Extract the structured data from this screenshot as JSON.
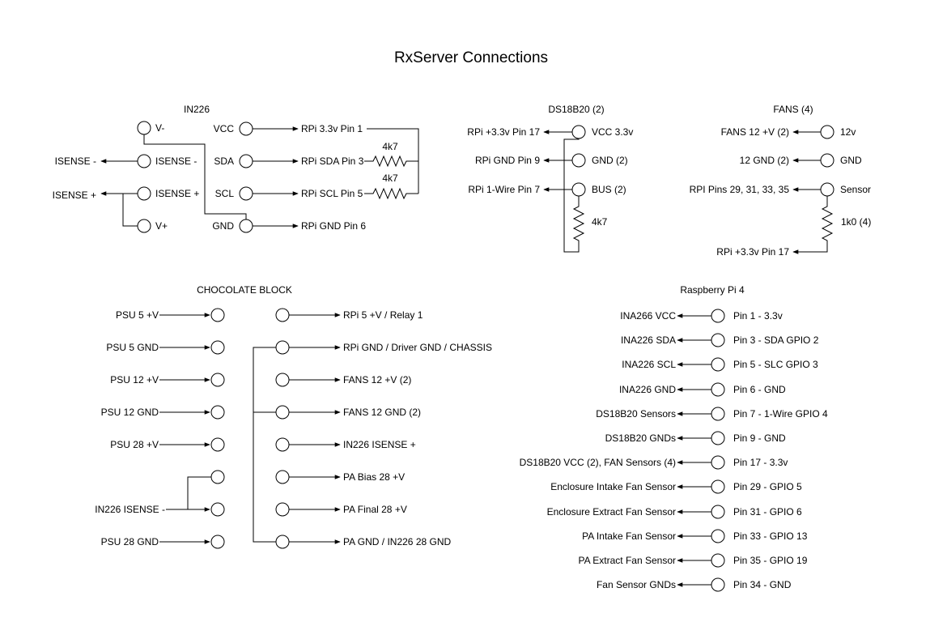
{
  "title": "RxServer Connections",
  "in226": {
    "heading": "IN226",
    "left_pins": [
      "V-",
      "ISENSE -",
      "ISENSE +",
      "V+"
    ],
    "left_nets": [
      "ISENSE -",
      "ISENSE +"
    ],
    "right_pins": [
      "VCC",
      "SDA",
      "SCL",
      "GND"
    ],
    "right_targets": [
      "RPi 3.3v Pin 1",
      "RPi SDA Pin 3",
      "RPi SCL Pin 5",
      "RPi GND Pin 6"
    ],
    "resistors": [
      "4k7",
      "4k7"
    ]
  },
  "ds18b20": {
    "heading": "DS18B20 (2)",
    "pins": [
      "VCC 3.3v",
      "GND (2)",
      "BUS (2)"
    ],
    "targets": [
      "RPi +3.3v Pin 17",
      "RPi GND Pin 9",
      "RPi 1-Wire Pin 7"
    ],
    "resistor": "4k7"
  },
  "fans": {
    "heading": "FANS (4)",
    "pins": [
      "12v",
      "GND",
      "Sensor"
    ],
    "targets": [
      "FANS 12 +V (2)",
      "12 GND (2)",
      "RPI Pins 29, 31, 33, 35"
    ],
    "resistor": "1k0 (4)",
    "pullup_target": "RPi +3.3v Pin 17"
  },
  "choc": {
    "heading": "CHOCOLATE BLOCK",
    "inputs": [
      "PSU 5 +V",
      "PSU 5 GND",
      "PSU 12 +V",
      "PSU 12 GND",
      "PSU 28 +V",
      "",
      "IN226 ISENSE -",
      "PSU 28 GND"
    ],
    "outputs": [
      "RPi 5 +V / Relay 1",
      "RPi GND / Driver GND / CHASSIS",
      "FANS 12 +V (2)",
      "FANS 12 GND (2)",
      "IN226 ISENSE +",
      "PA Bias 28 +V",
      "PA Final 28 +V",
      "PA GND / IN226 28 GND"
    ]
  },
  "rpi": {
    "heading": "Raspberry Pi 4",
    "rows": [
      {
        "pin": "Pin 1 - 3.3v",
        "dest": "INA266 VCC"
      },
      {
        "pin": "Pin 3 - SDA GPIO 2",
        "dest": "INA226 SDA"
      },
      {
        "pin": "Pin 5 - SLC GPIO 3",
        "dest": "INA226 SCL"
      },
      {
        "pin": "Pin 6 - GND",
        "dest": "INA226 GND"
      },
      {
        "pin": "Pin 7 - 1-Wire GPIO 4",
        "dest": "DS18B20 Sensors"
      },
      {
        "pin": "Pin 9 - GND",
        "dest": "DS18B20 GNDs"
      },
      {
        "pin": "Pin 17 - 3.3v",
        "dest": "DS18B20 VCC (2), FAN Sensors (4)"
      },
      {
        "pin": "Pin 29 - GPIO 5",
        "dest": "Enclosure Intake Fan Sensor"
      },
      {
        "pin": "Pin 31 - GPIO 6",
        "dest": "Enclosure Extract Fan Sensor"
      },
      {
        "pin": "Pin 33 - GPIO 13",
        "dest": "PA Intake Fan Sensor"
      },
      {
        "pin": "Pin 35 - GPIO 19",
        "dest": "PA Extract Fan Sensor"
      },
      {
        "pin": "Pin 34 - GND",
        "dest": "Fan Sensor GNDs"
      }
    ]
  }
}
